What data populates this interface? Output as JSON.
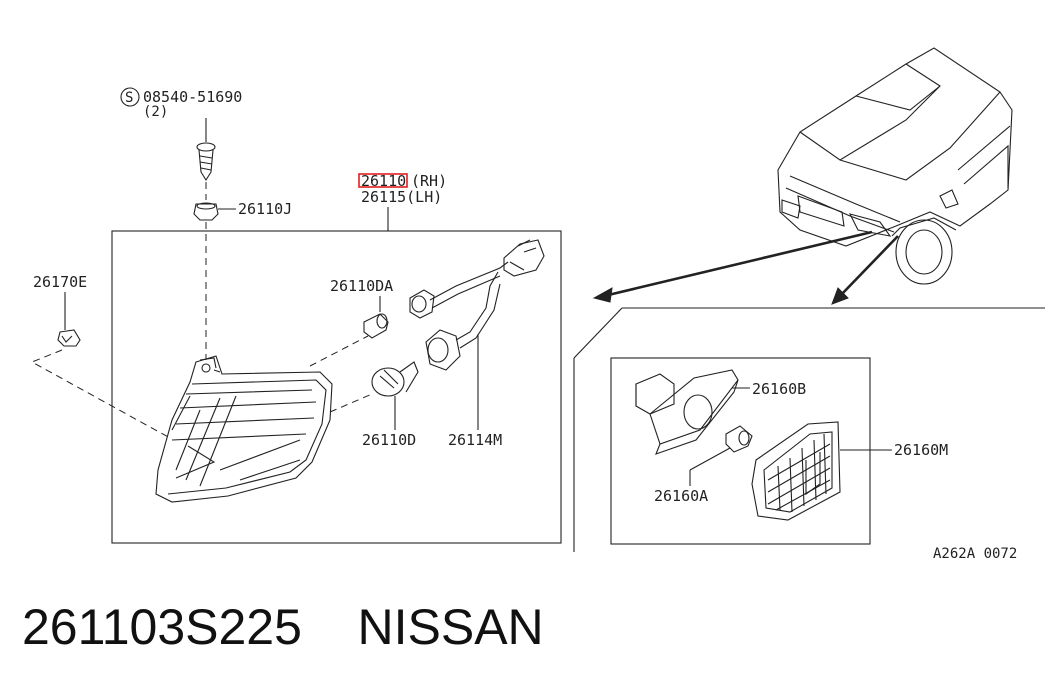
{
  "labels": {
    "screw": "08540-51690",
    "screw_qty": "(2)",
    "screw_symbol": "S",
    "part_rh": "26110",
    "part_rh_side": "(RH)",
    "part_lh": "26115(LH)",
    "nut_j": "26110J",
    "clip_e": "26170E",
    "bulb_da": "26110DA",
    "bulb_d": "26110D",
    "socket_harness": "26114M",
    "side_holder": "26160B",
    "side_bulb": "26160A",
    "side_lamp": "26160M",
    "ref_code": "A262A 0072"
  },
  "caption": {
    "part_number": "261103S225",
    "brand": "NISSAN"
  },
  "colors": {
    "highlight": "#e02020",
    "ink": "#222222"
  }
}
